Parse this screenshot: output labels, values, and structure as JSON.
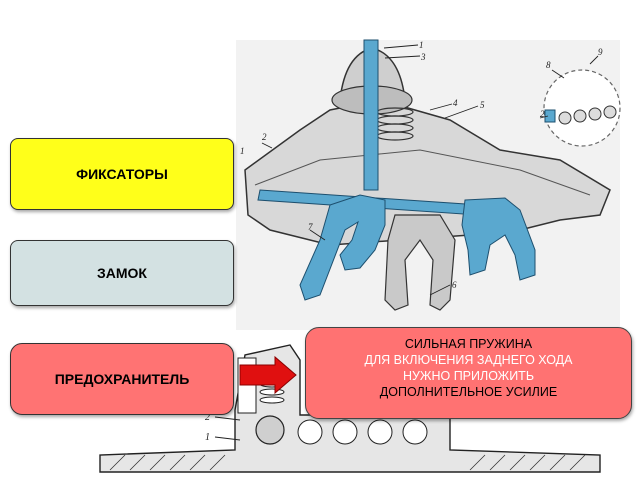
{
  "buttons": {
    "fiksatory": "ФИКСАТОРЫ",
    "zamok": "ЗАМОК",
    "predohranitel": "ПРЕДОХРАНИТЕЛЬ"
  },
  "callout": {
    "line1": "СИЛЬНАЯ ПРУЖИНА",
    "line2": "ДЛЯ ВКЛЮЧЕНИЯ ЗАДНЕГО ХОДА",
    "line3": "НУЖНО ПРИЛОЖИТЬ",
    "line4": "ДОПОЛНИТЕЛЬНОЕ УСИЛИЕ"
  },
  "diagram_labels": {
    "n1a": "1",
    "n2a": "2",
    "n3": "3",
    "n4": "4",
    "n5": "5",
    "n6": "6",
    "n7": "7",
    "n8": "8",
    "n9": "9",
    "n2b": "2",
    "n2c": "2",
    "n1b": "1",
    "n1c": "1"
  },
  "colors": {
    "yellow": "#ffff1a",
    "gray_blue": "#d3e1e2",
    "red": "#ff7373",
    "part_blue": "#5aa8cf",
    "arrow_red": "#e01010"
  }
}
